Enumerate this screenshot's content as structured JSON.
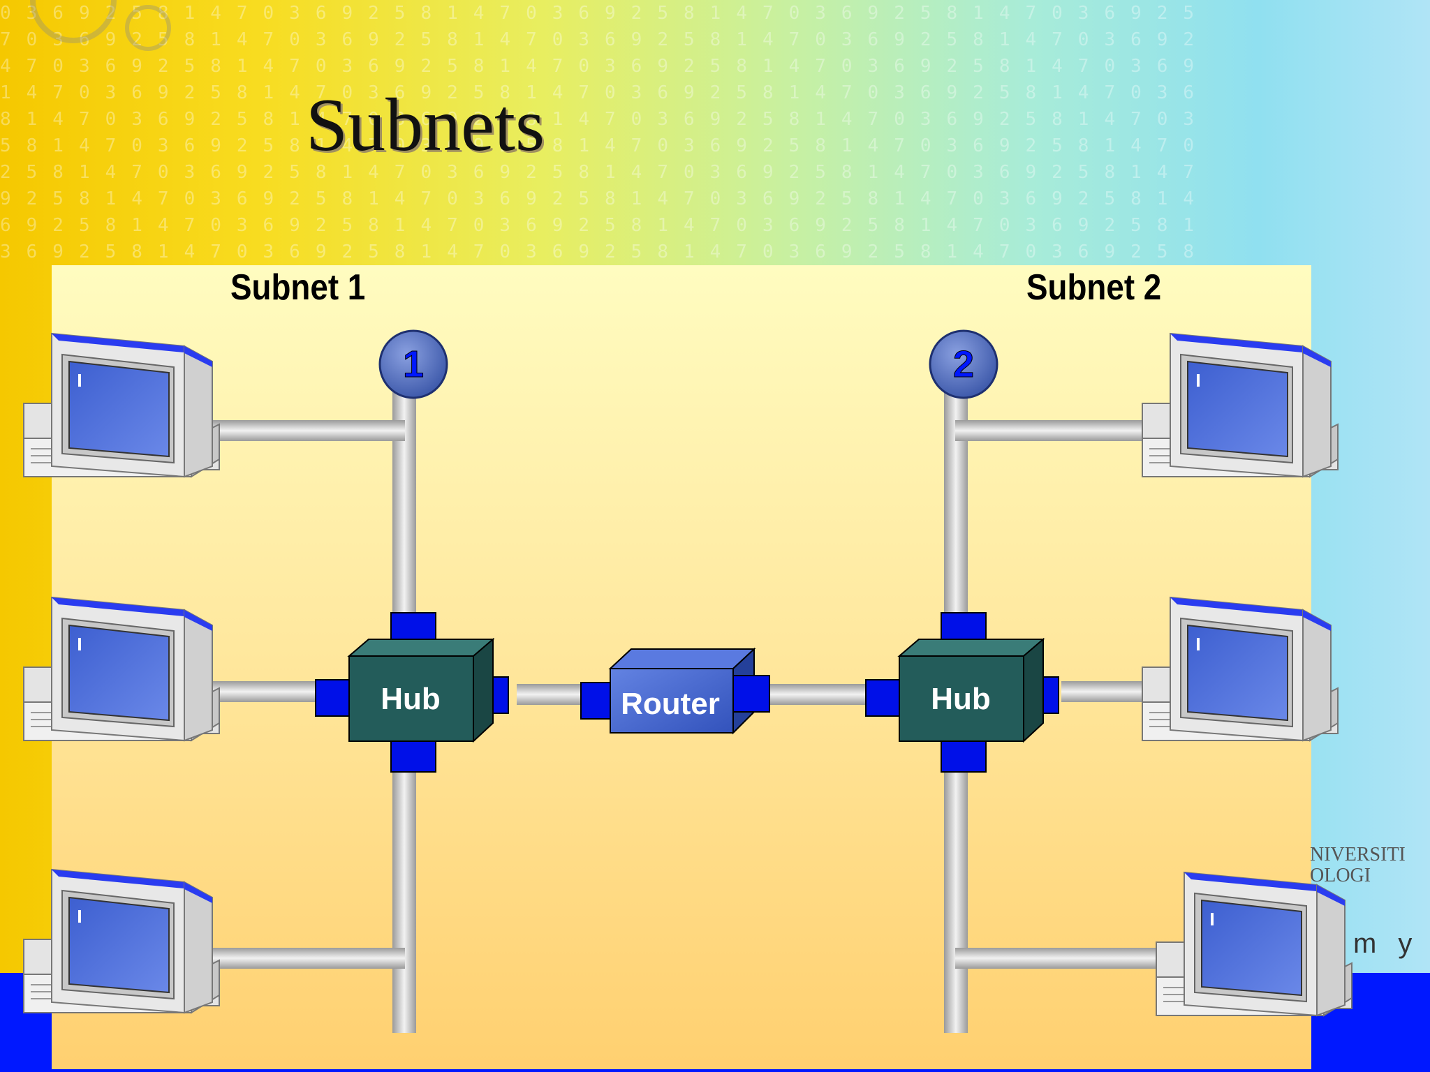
{
  "slide": {
    "title": "Subnets"
  },
  "diagram": {
    "subnets": [
      {
        "label": "Subnet 1",
        "badge": "1",
        "hub_label": "Hub"
      },
      {
        "label": "Subnet 2",
        "badge": "2",
        "hub_label": "Hub"
      }
    ],
    "router_label": "Router"
  },
  "watermark": {
    "line1": "",
    "line2": "NIVERSITI",
    "line3": "OLOGI",
    "tag": "m y"
  },
  "colors": {
    "accent_blue": "#0018ff",
    "hub": "#2f6a68",
    "router": "#4a70d8",
    "cable": "#c8c8c8"
  }
}
